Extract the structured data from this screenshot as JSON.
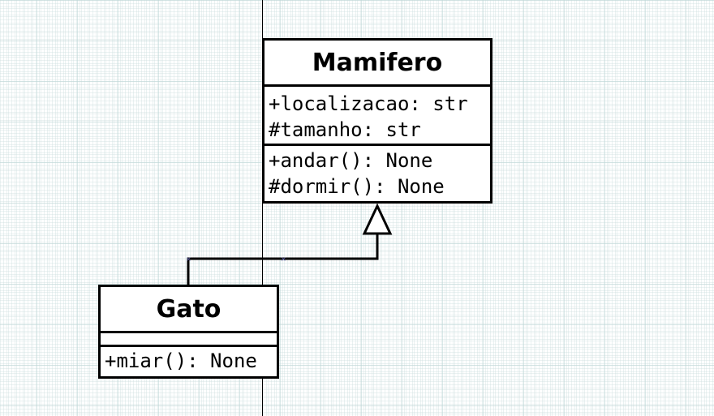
{
  "diagram": {
    "classes": [
      {
        "name": "Mamifero",
        "attributes": [
          "+localizacao: str",
          "#tamanho: str"
        ],
        "methods": [
          "+andar(): None",
          "#dormir(): None"
        ]
      },
      {
        "name": "Gato",
        "attributes": [],
        "methods": [
          "+miar(): None"
        ]
      }
    ],
    "relationships": [
      {
        "type": "generalization",
        "from": "Gato",
        "to": "Mamifero"
      }
    ]
  },
  "colors": {
    "line": "#000000",
    "background": "#ffffff",
    "grid": "#bed7d7",
    "handles": "#6b6bb5"
  }
}
